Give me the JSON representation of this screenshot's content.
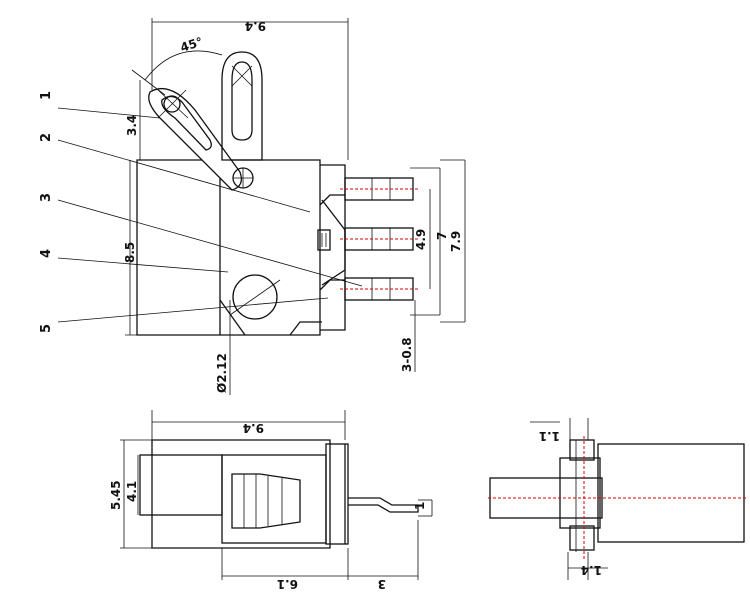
{
  "callouts": [
    "1",
    "2",
    "3",
    "4",
    "5"
  ],
  "dimensions": {
    "top_width": "9.4",
    "angle": "45°",
    "lever_hole": "3.4",
    "body_height": "8.5",
    "pin_pitch_inner": "4.9",
    "pin_pitch": "7",
    "overall_height": "7.9",
    "pin_size": "3-0.8",
    "mount_hole": "Ø2.12",
    "front_width": "9.4",
    "front_height_outer": "5.45",
    "front_height_inner": "4.1",
    "pin_thickness": "1",
    "front_depth": "6.1",
    "pin_length": "3",
    "side_top": "1.1",
    "side_bottom": "1.4"
  }
}
